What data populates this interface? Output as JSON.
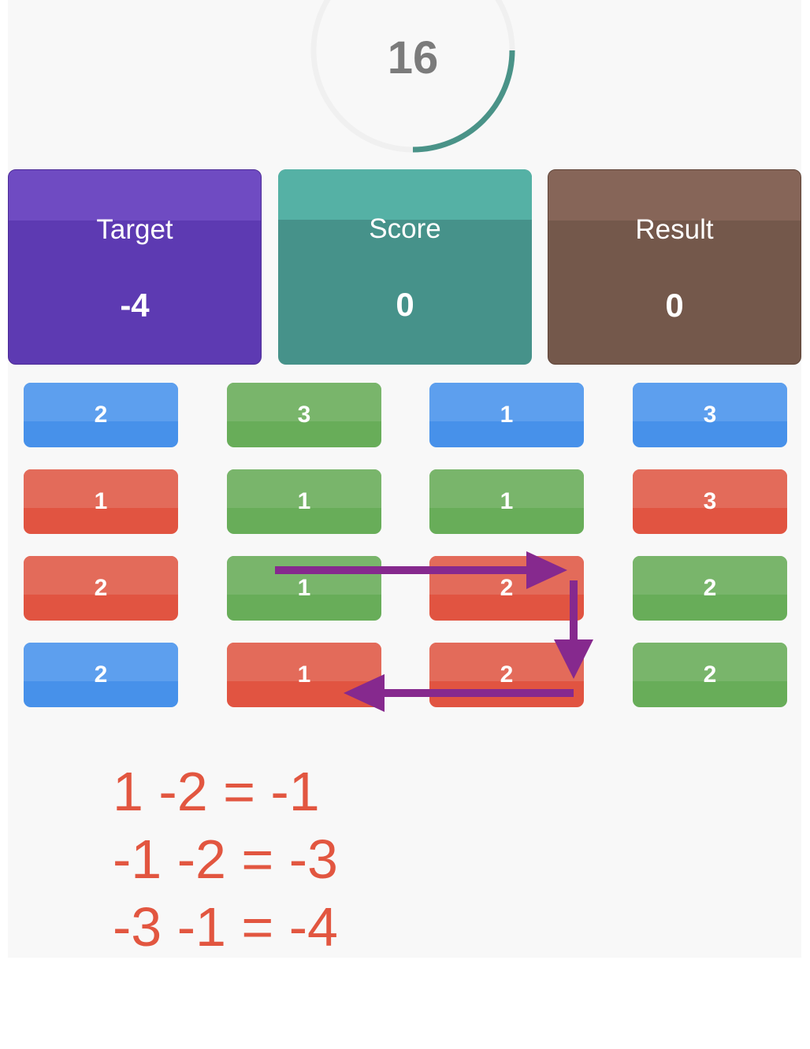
{
  "timer": {
    "value": "16",
    "progress": 0.25,
    "track_color": "#f0f0f0",
    "progress_color": "#4a9388"
  },
  "stats": {
    "target": {
      "label": "Target",
      "value": "-4"
    },
    "score": {
      "label": "Score",
      "value": "0"
    },
    "result": {
      "label": "Result",
      "value": "0"
    }
  },
  "grid": {
    "rows": [
      [
        {
          "value": "2",
          "color": "blue"
        },
        {
          "value": "3",
          "color": "green"
        },
        {
          "value": "1",
          "color": "blue"
        },
        {
          "value": "3",
          "color": "blue"
        }
      ],
      [
        {
          "value": "1",
          "color": "red"
        },
        {
          "value": "1",
          "color": "green"
        },
        {
          "value": "1",
          "color": "green"
        },
        {
          "value": "3",
          "color": "red"
        }
      ],
      [
        {
          "value": "2",
          "color": "red"
        },
        {
          "value": "1",
          "color": "green"
        },
        {
          "value": "2",
          "color": "red"
        },
        {
          "value": "2",
          "color": "green"
        }
      ],
      [
        {
          "value": "2",
          "color": "blue"
        },
        {
          "value": "1",
          "color": "red"
        },
        {
          "value": "2",
          "color": "red"
        },
        {
          "value": "2",
          "color": "green"
        }
      ]
    ]
  },
  "path": {
    "color": "#86298e",
    "cells": [
      [
        2,
        1
      ],
      [
        2,
        2
      ],
      [
        3,
        2
      ],
      [
        3,
        1
      ]
    ]
  },
  "equations": [
    "1 -2 = -1",
    "-1 -2 = -3",
    "-3 -1 = -4"
  ]
}
